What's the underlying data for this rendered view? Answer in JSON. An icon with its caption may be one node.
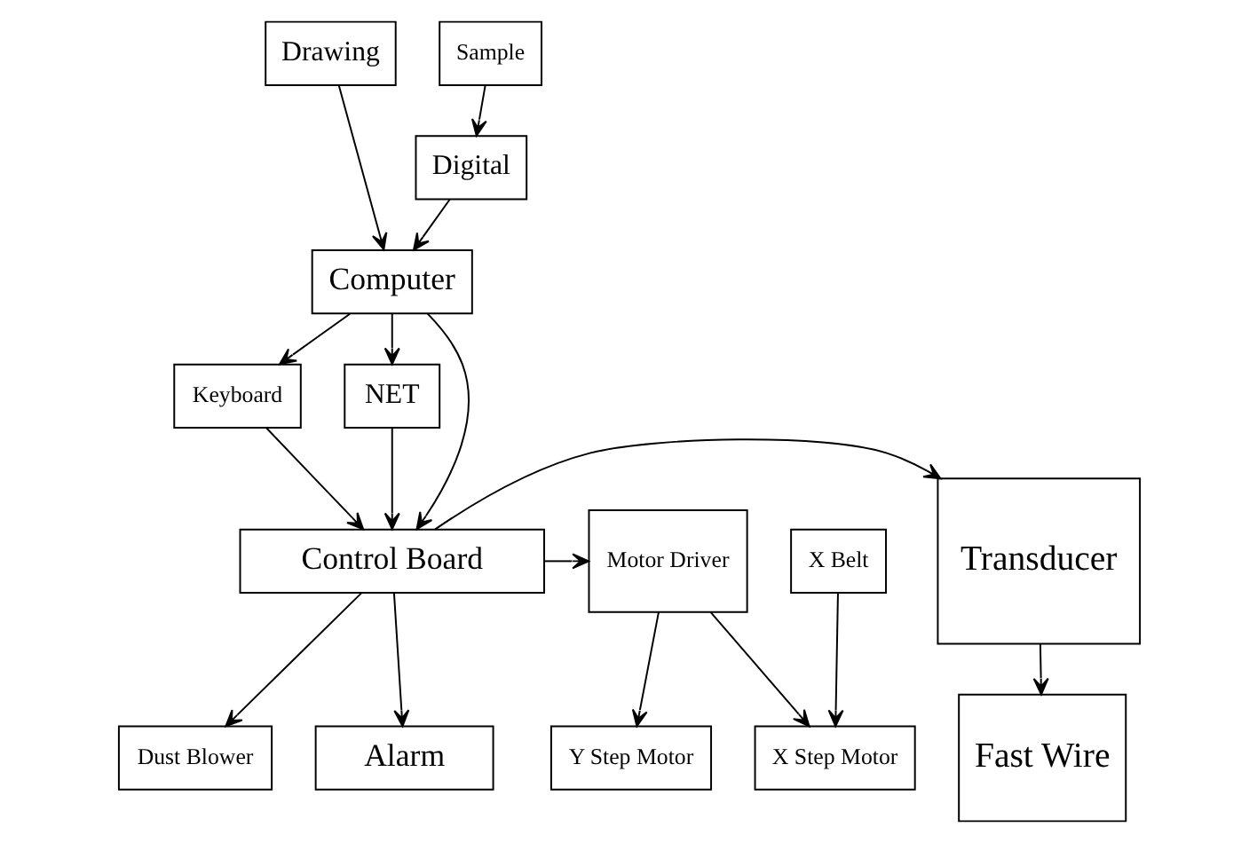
{
  "diagram": {
    "nodes": [
      {
        "text": [
          "Drawing"
        ]
      },
      {
        "text": [
          "Sample"
        ]
      },
      {
        "text": [
          "Digital"
        ]
      },
      {
        "text": [
          "Computer"
        ]
      },
      {
        "text": [
          "Fast Wire"
        ]
      },
      {
        "text": [
          "X Belt"
        ]
      },
      {
        "text": [
          "Keyboard"
        ]
      },
      {
        "text": [
          "NET"
        ]
      },
      {
        "text": [
          "X Step Motor"
        ]
      },
      {
        "text": [
          "Transducer"
        ]
      },
      {
        "text": [
          "Control Board"
        ]
      },
      {
        "text": [
          "Motor Driver"
        ]
      },
      {
        "text": [
          "Alarm"
        ]
      },
      {
        "text": [
          "Dust Blower"
        ]
      },
      {
        "text": [
          "Y Step Motor"
        ]
      }
    ],
    "edges": [
      {
        "from": 1,
        "to": 2,
        "arrow": "to"
      },
      {
        "from": 0,
        "to": 3,
        "arrow": "to"
      },
      {
        "from": 2,
        "to": 3,
        "arrow": "to"
      },
      {
        "from": 3,
        "to": 6,
        "arrow": "to"
      },
      {
        "from": 3,
        "to": 10,
        "arrow": "to"
      },
      {
        "from": 3,
        "to": 7,
        "arrow": "to"
      },
      {
        "from": 6,
        "to": 10,
        "arrow": "to"
      },
      {
        "from": 7,
        "to": 10,
        "arrow": "to"
      },
      {
        "from": 10,
        "to": 9,
        "arrow": "to"
      },
      {
        "from": 9,
        "to": 4,
        "arrow": "to"
      },
      {
        "from": 10,
        "to": 11,
        "arrow": "to"
      },
      {
        "from": 5,
        "to": 8,
        "arrow": "to"
      },
      {
        "from": 11,
        "to": 8,
        "arrow": "to"
      },
      {
        "from": 11,
        "to": 14,
        "arrow": "to"
      },
      {
        "from": 10,
        "to": 12,
        "arrow": "to"
      },
      {
        "from": 10,
        "to": 13,
        "arrow": "to"
      }
    ]
  }
}
